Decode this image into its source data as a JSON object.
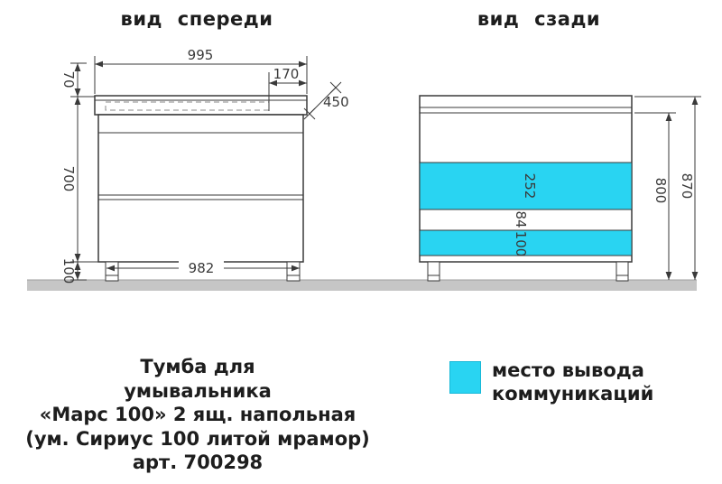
{
  "titles": {
    "front": "вид спереди",
    "back": "вид сзади"
  },
  "front_view": {
    "dim_width_top": "995",
    "dim_offset_right": "170",
    "dim_depth": "450",
    "dim_top_height": "70",
    "dim_body_height": "700",
    "dim_leg_height": "100",
    "dim_width_legs": "982"
  },
  "back_view": {
    "dim_band_upper": "252",
    "dim_gap": "84",
    "dim_band_lower": "100",
    "dim_height_body": "800",
    "dim_height_total": "870"
  },
  "legend": {
    "line1": "место вывода",
    "line2": "коммуникаций"
  },
  "caption": {
    "line1": "Тумба для",
    "line2": "умывальника",
    "line3": "«Марс 100» 2 ящ. напольная",
    "line4": "(ум. Сириус 100 литой мрамор)",
    "line5": "арт. 700298"
  },
  "colors": {
    "accent": "#29d4f2",
    "line": "#3a3a3a",
    "floor": "#c6c6c6"
  }
}
